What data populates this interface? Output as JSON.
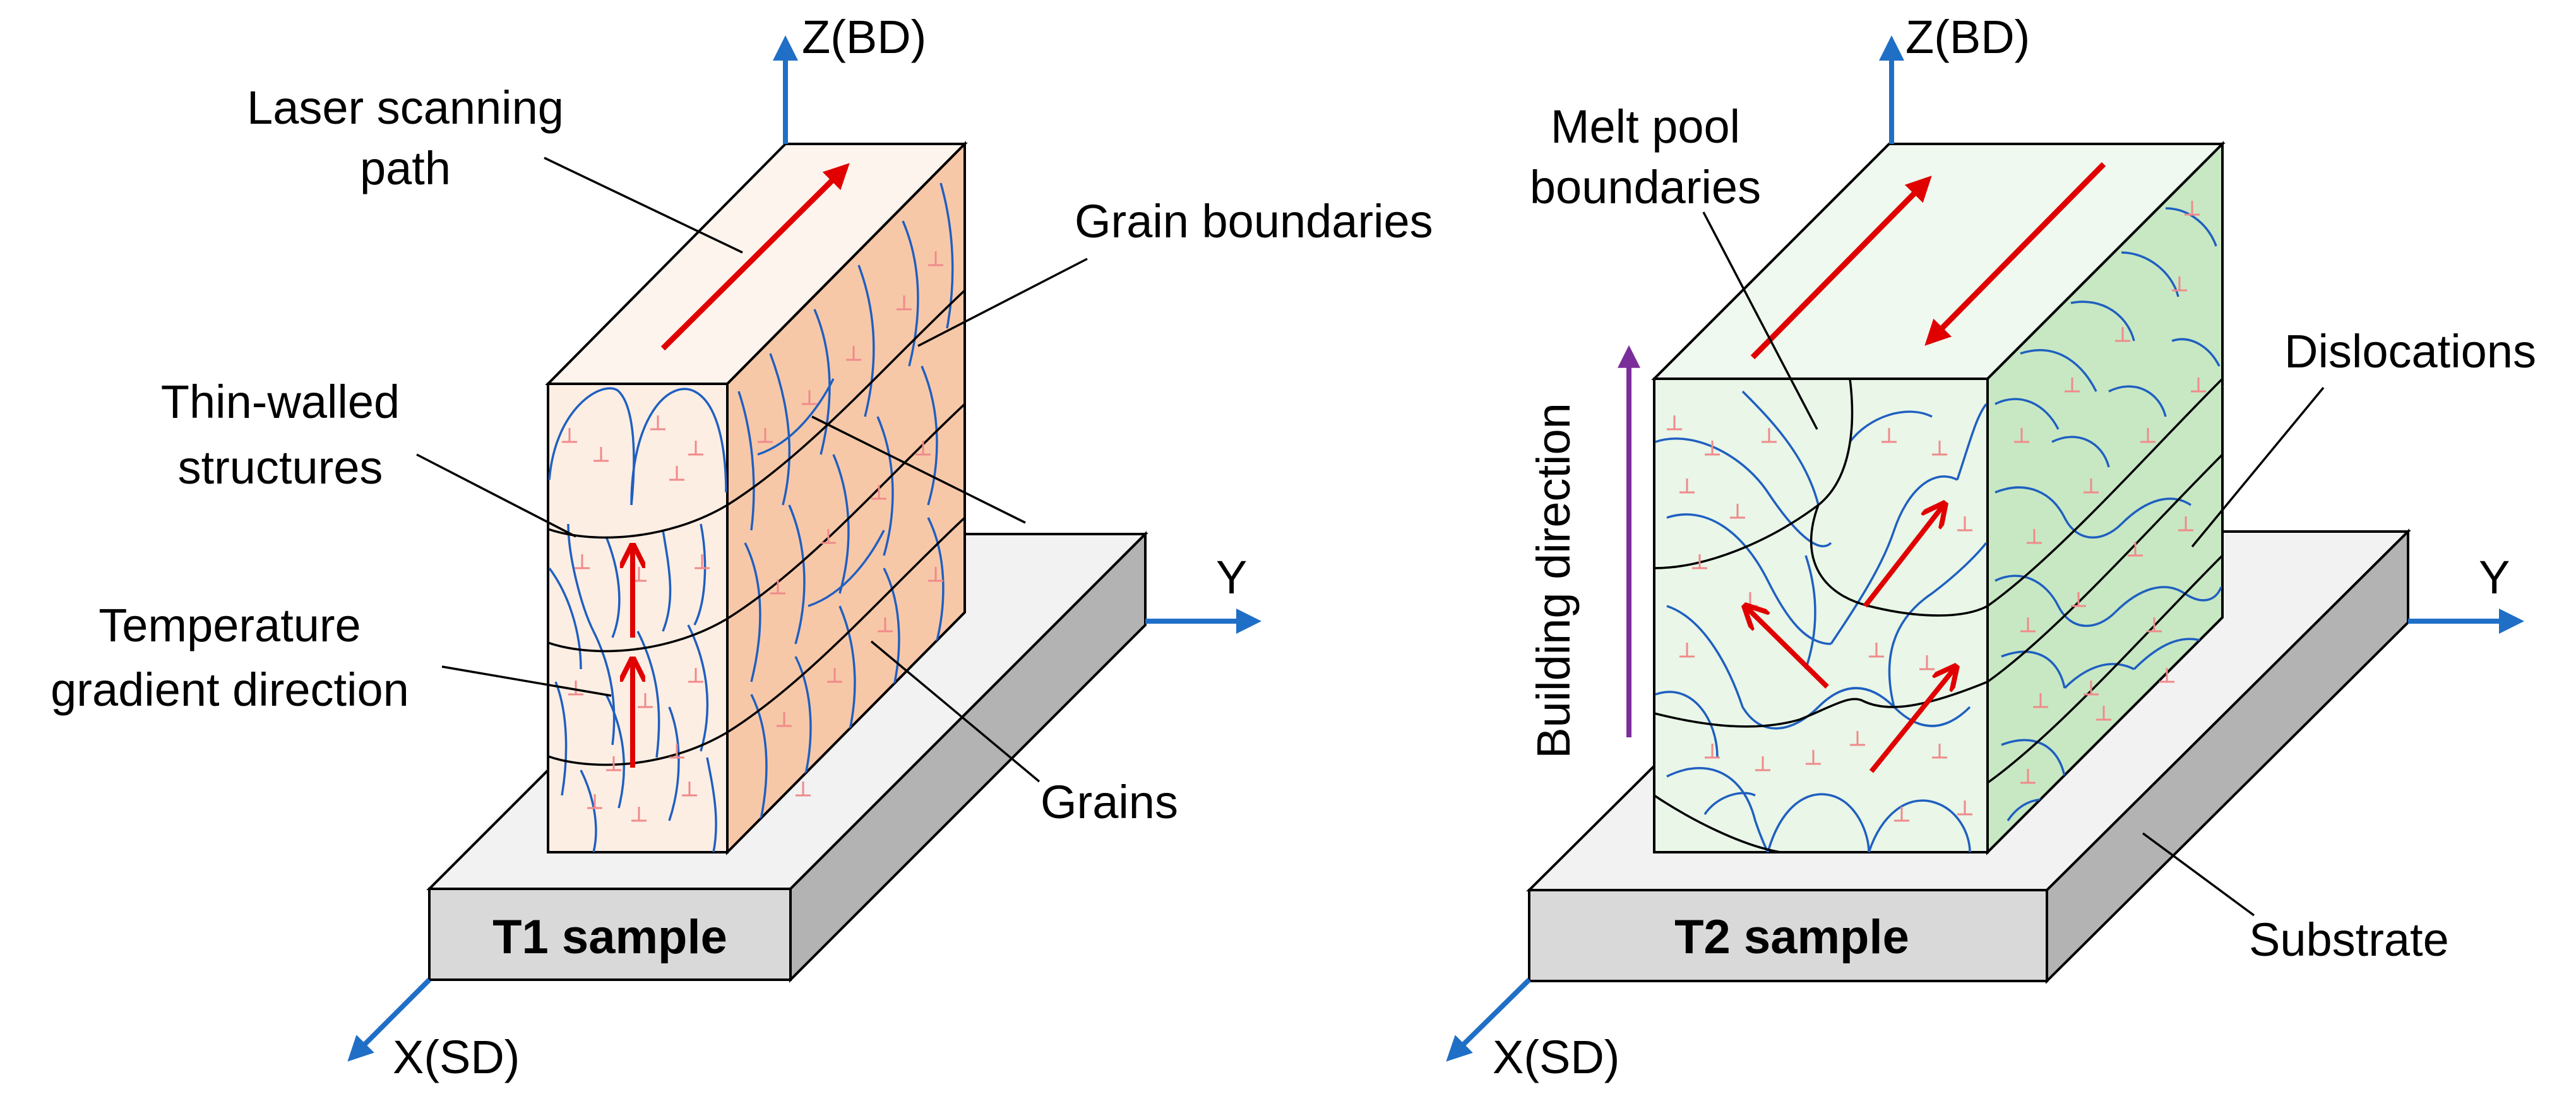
{
  "colors": {
    "axis": "#1f6fc6",
    "arrow_red": "#e00000",
    "arrow_purple": "#7b2d9a",
    "grain_line": "#1f5fc0",
    "dislocation": "#f08a8a",
    "t1_front": "#fdeee4",
    "t1_top": "#fef4ee",
    "t1_side": "#f7c8a8",
    "t2_front": "#e9f6e8",
    "t2_top": "#f0f9ef",
    "t2_side": "#c8e8c4",
    "substrate_front": "#d9d9d9",
    "substrate_top": "#f2f2f2",
    "substrate_side": "#b3b3b3"
  },
  "left_panel": {
    "axis_z": "Z(BD)",
    "axis_y": "Y",
    "axis_x": "X(SD)",
    "label_laser_line1": "Laser scanning",
    "label_laser_line2": "path",
    "label_grain_boundaries": "Grain boundaries",
    "label_thin_line1": "Thin-walled",
    "label_thin_line2": "structures",
    "label_temp_line1": "Temperature",
    "label_temp_line2": "gradient direction",
    "label_grains": "Grains",
    "sample_label": "T1 sample"
  },
  "right_panel": {
    "axis_z": "Z(BD)",
    "axis_y": "Y",
    "axis_x": "X(SD)",
    "label_melt_line1": "Melt pool",
    "label_melt_line2": "boundaries",
    "label_building_direction": "Building direction",
    "label_dislocations": "Dislocations",
    "label_substrate": "Substrate",
    "sample_label": "T2 sample"
  }
}
